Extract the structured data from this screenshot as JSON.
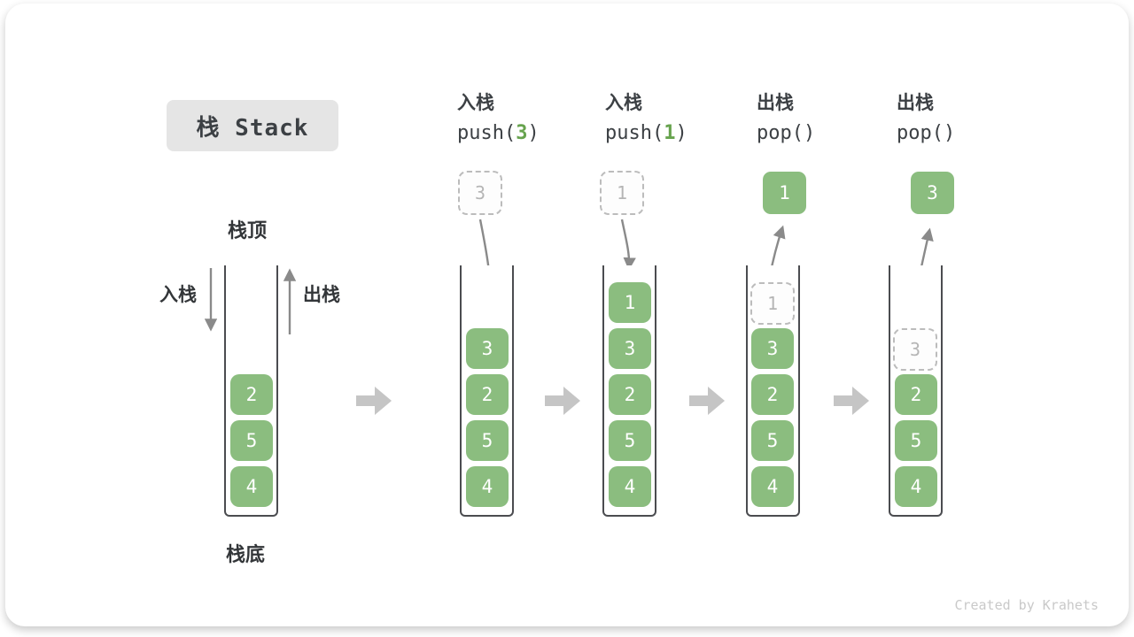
{
  "title": "栈 Stack",
  "footer": "Created by Krahets",
  "legend": {
    "stack_top": "栈顶",
    "stack_bottom": "栈底",
    "push_side": "入栈",
    "pop_side": "出栈"
  },
  "initial_stack": {
    "blocks": [
      "2",
      "5",
      "4"
    ]
  },
  "steps": [
    {
      "label_cn": "入栈",
      "code_pre": "push(",
      "code_num": "3",
      "code_post": ")",
      "floating": {
        "value": "3",
        "style": "dashed"
      },
      "blocks": [
        "3",
        "2",
        "5",
        "4"
      ]
    },
    {
      "label_cn": "入栈",
      "code_pre": "push(",
      "code_num": "1",
      "code_post": ")",
      "floating": {
        "value": "1",
        "style": "dashed"
      },
      "blocks": [
        "1",
        "3",
        "2",
        "5",
        "4"
      ]
    },
    {
      "label_cn": "出栈",
      "code_pre": "pop()",
      "code_num": "",
      "code_post": "",
      "floating": {
        "value": "1",
        "style": "solid"
      },
      "ghost": "1",
      "blocks": [
        "3",
        "2",
        "5",
        "4"
      ]
    },
    {
      "label_cn": "出栈",
      "code_pre": "pop()",
      "code_num": "",
      "code_post": "",
      "floating": {
        "value": "3",
        "style": "solid"
      },
      "ghost": "3",
      "blocks": [
        "2",
        "5",
        "4"
      ]
    }
  ],
  "colors": {
    "block_green": "#8BBD7F",
    "code_number_green": "#67A34E",
    "curve_arrow_gray": "#8A8A8A",
    "flow_arrow_gray": "#C5C5C5",
    "title_box_bg": "#E5E5E5",
    "text_dark": "#3C4044",
    "ghost_border": "#BCBCBC",
    "ghost_text": "#B5B5B5"
  }
}
